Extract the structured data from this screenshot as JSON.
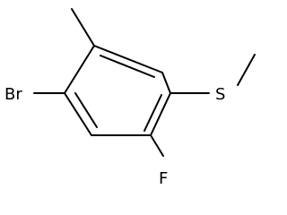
{
  "molecule": {
    "atoms": {
      "br": "Br",
      "s": "S",
      "f": "F"
    },
    "colors": {
      "bond": "#000000",
      "text": "#000000",
      "background": "#ffffff"
    }
  }
}
